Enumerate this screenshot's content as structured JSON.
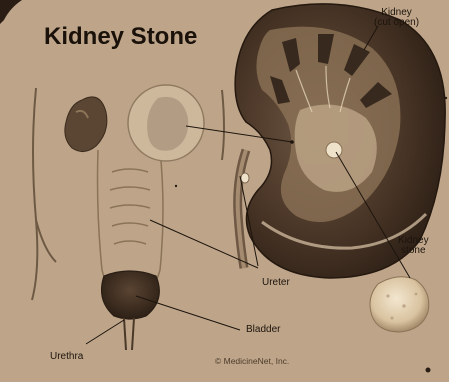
{
  "title": "Kidney Stone",
  "labels": {
    "kidney_cut_open_line1": "Kidney",
    "kidney_cut_open_line2": "(cut open)",
    "kidney_stone_line1": "Kidney",
    "kidney_stone_line2": "stone",
    "ureter": "Ureter",
    "bladder": "Bladder",
    "urethra": "Urethra"
  },
  "credit": "© MedicineNet, Inc.",
  "colors": {
    "paper": "#b8a084",
    "kidney_dark": "#3b2a1c",
    "kidney_mid": "#8a6e52",
    "ink": "#1c140c"
  }
}
